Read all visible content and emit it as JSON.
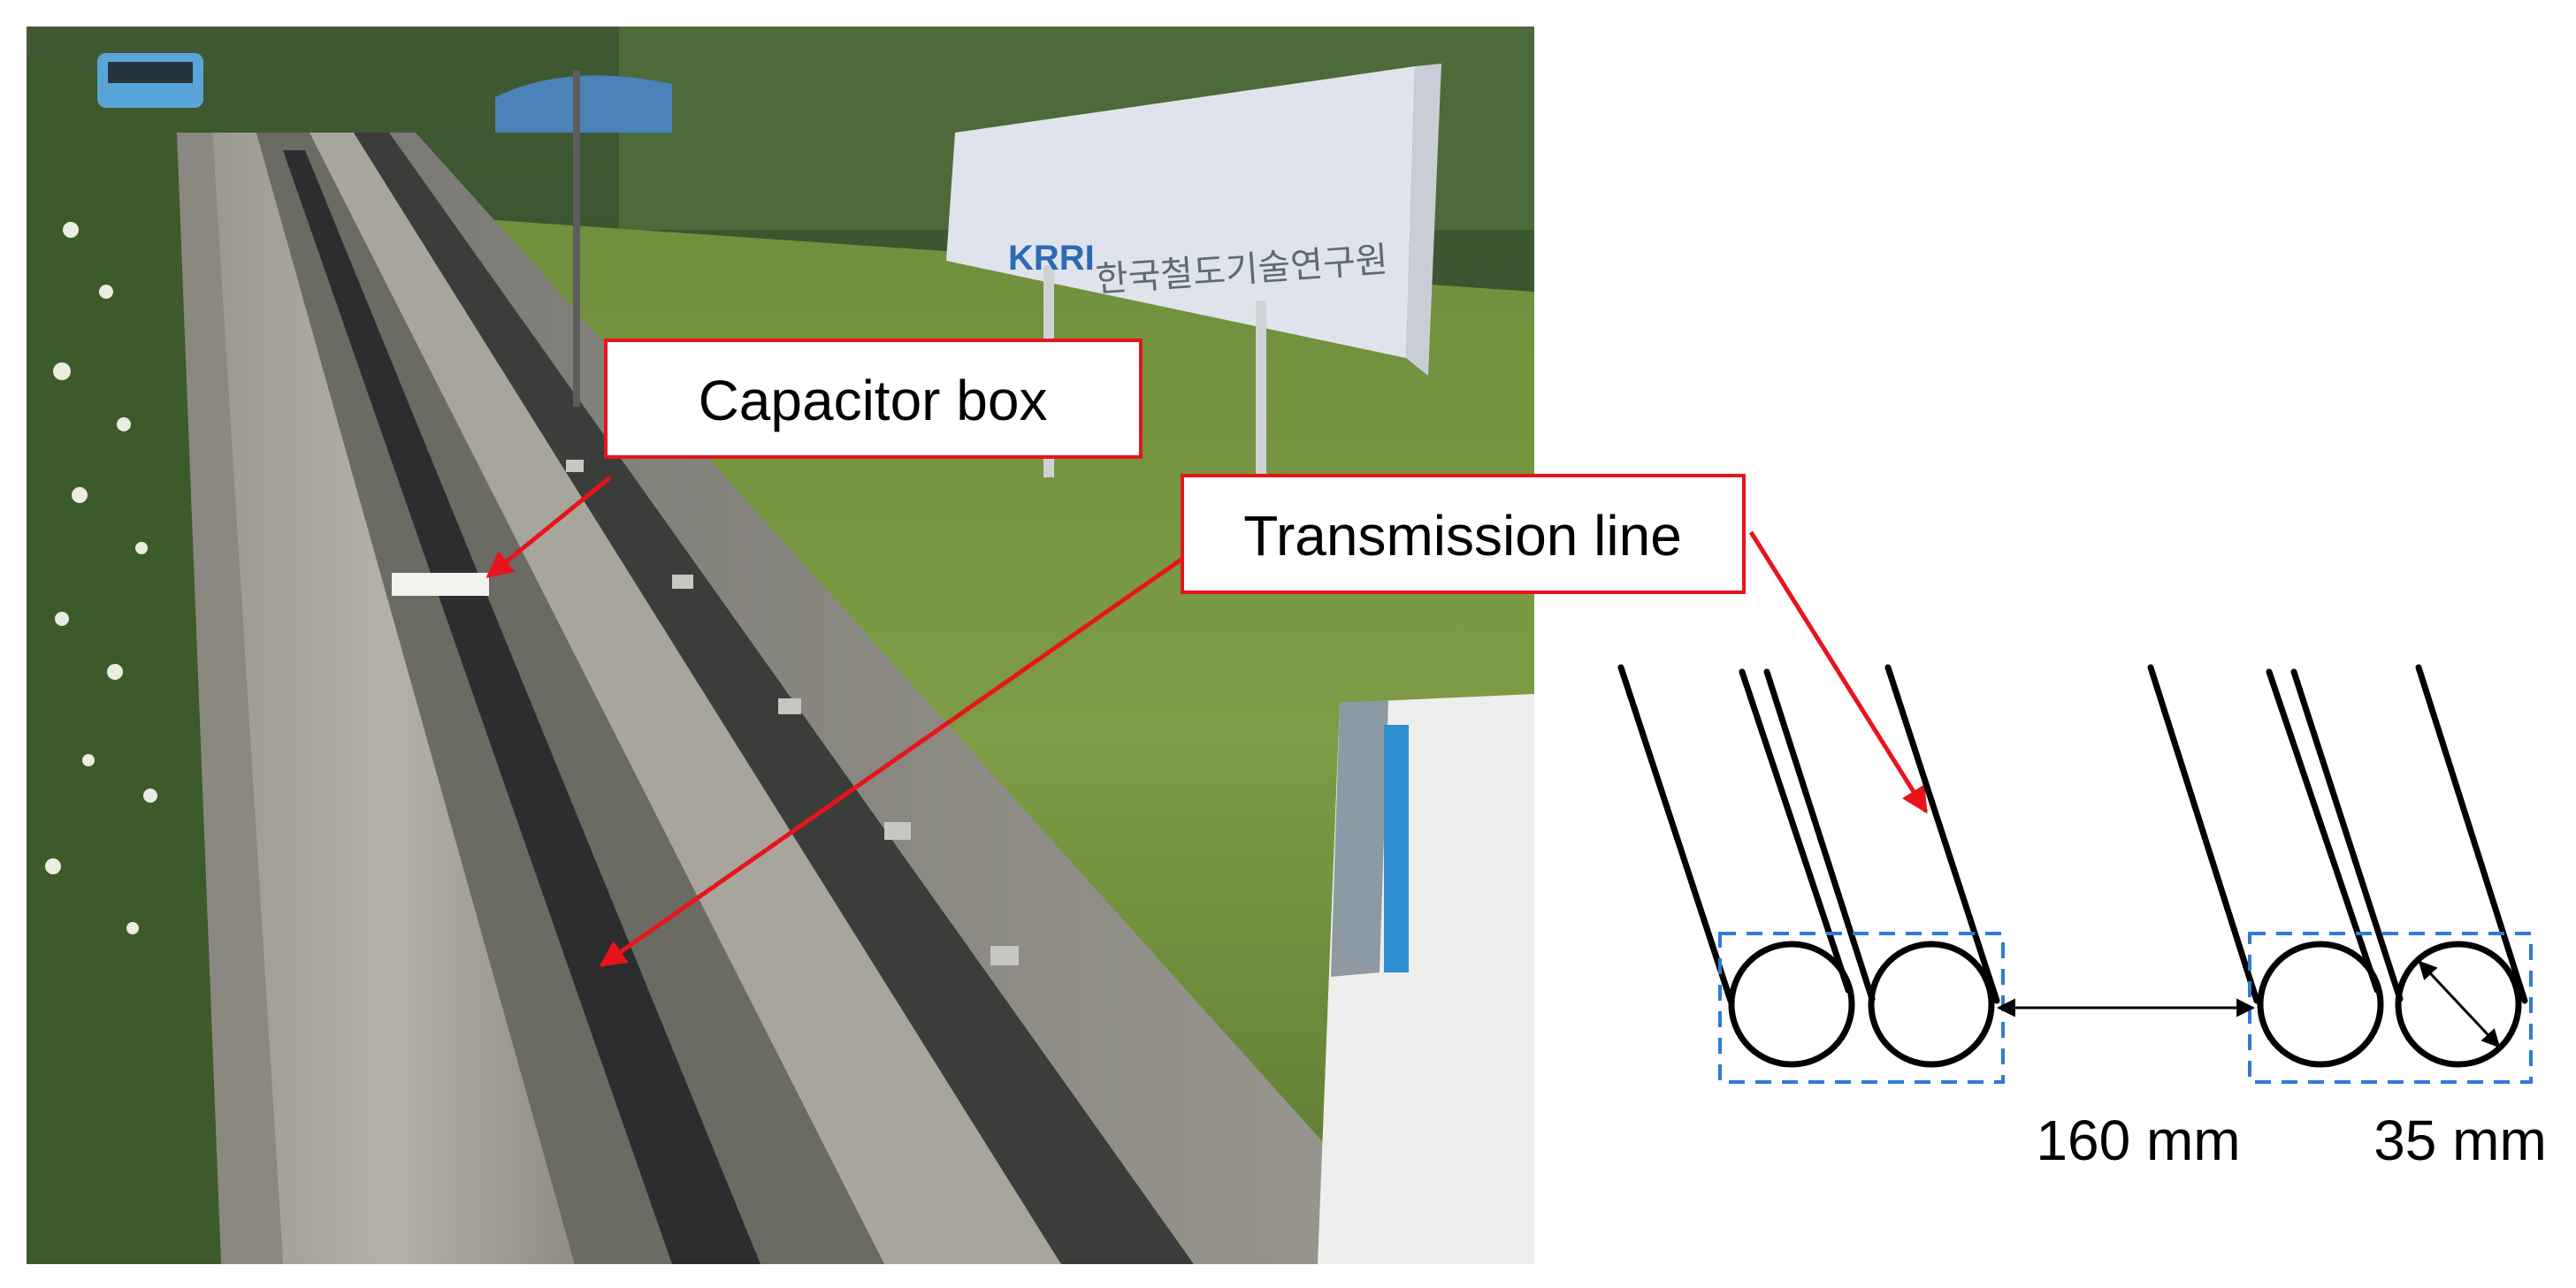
{
  "photo": {
    "sign_logo": "KRRI",
    "sign_text": "한국철도기술연구원"
  },
  "labels": {
    "capacitor_box": "Capacitor box",
    "transmission_line": "Transmission line"
  },
  "dimensions": {
    "spacing": "160 mm",
    "diameter": "35 mm"
  },
  "colors": {
    "annotation_arrow": "#e8141c",
    "label_border": "#e8141c",
    "dashed_box": "#2f7bd6",
    "cable": "#000000"
  }
}
